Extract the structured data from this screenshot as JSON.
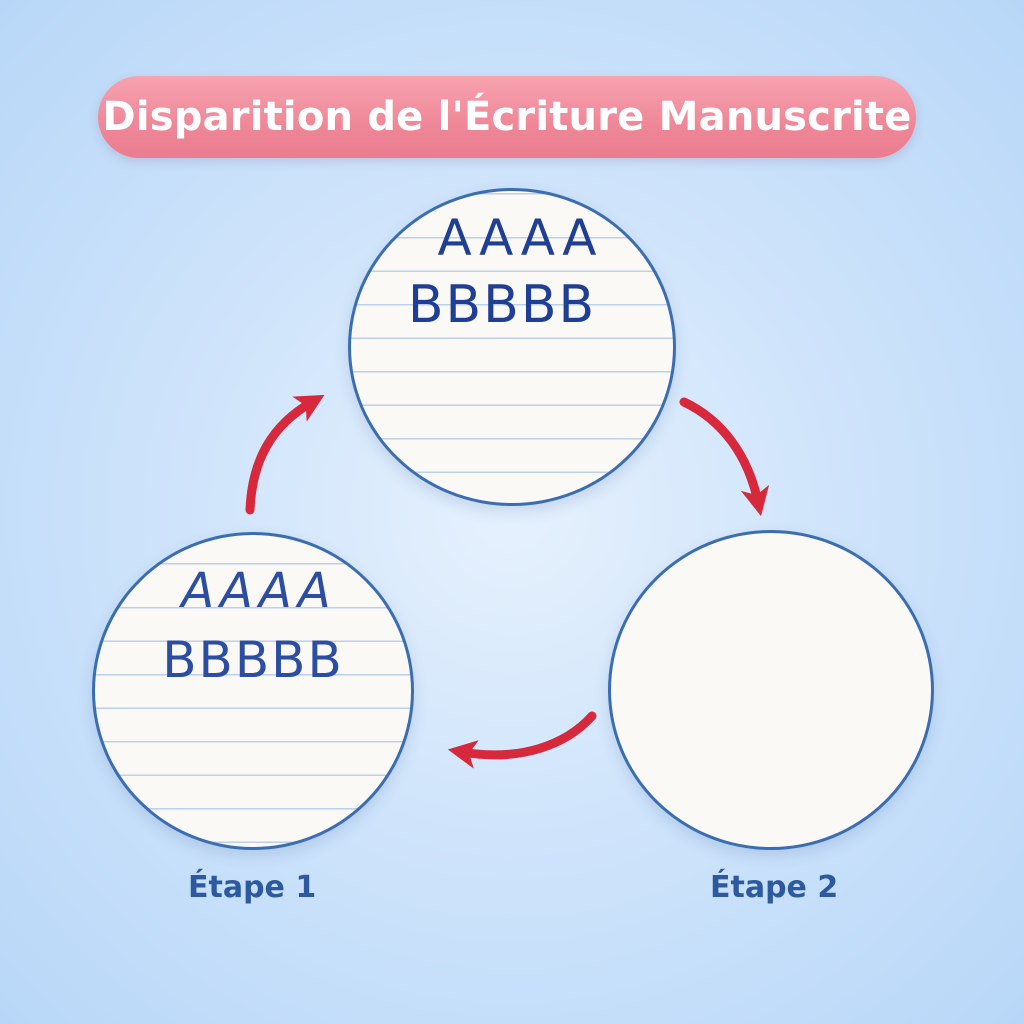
{
  "title": "Disparition de l'Écriture Manuscrite",
  "top_circle": {
    "row_a": "AAAA",
    "row_b": "BBBBB"
  },
  "left_circle": {
    "row_a": "AAAA",
    "row_b": "BBBBB"
  },
  "labels": {
    "step1": "Étape 1",
    "step2": "Étape 2"
  },
  "colors": {
    "banner": "#ef8798",
    "circle_border": "#3a6db1",
    "letters": "#1f3f94",
    "arrow": "#d8283c",
    "label_text": "#2d5a9e"
  }
}
